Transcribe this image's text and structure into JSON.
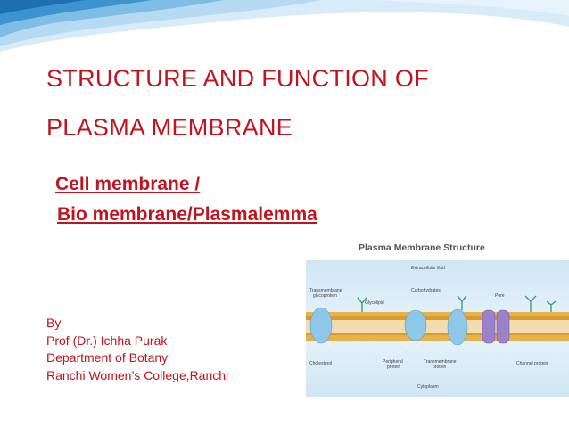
{
  "slide": {
    "title_line1": "STRUCTURE AND FUNCTION  OF",
    "title_line2": "PLASMA MEMBRANE",
    "subtitle_line1": " Cell membrane  /",
    "subtitle_line2": "Bio membrane/Plasmalemma",
    "credits": [
      "By",
      "Prof (Dr.) Ichha Purak",
      "Department of Botany",
      "Ranchi Women’s College,Ranchi"
    ]
  },
  "figure": {
    "title": "Plasma Membrane Structure",
    "labels": {
      "extracellular": "Extracellular fluid",
      "transmembrane_glycoprotein_1": "Transmembrane",
      "transmembrane_glycoprotein_2": "glycoprotein",
      "carbohydrates": "Carbohydrates",
      "pore": "Pore",
      "glycolipid": "Glycolipid",
      "cholesterol": "Cholesterol",
      "peripheral_1": "Peripheral",
      "peripheral_2": "protein",
      "transmembrane_1": "Transmembrane",
      "transmembrane_2": "protein",
      "channel": "Channel protein",
      "cytoplasm": "Cytoplasm"
    }
  },
  "colors": {
    "title_red": "#c0141e",
    "deco_blue": "#1f7fc4",
    "deco_light": "#a9d4ee"
  }
}
